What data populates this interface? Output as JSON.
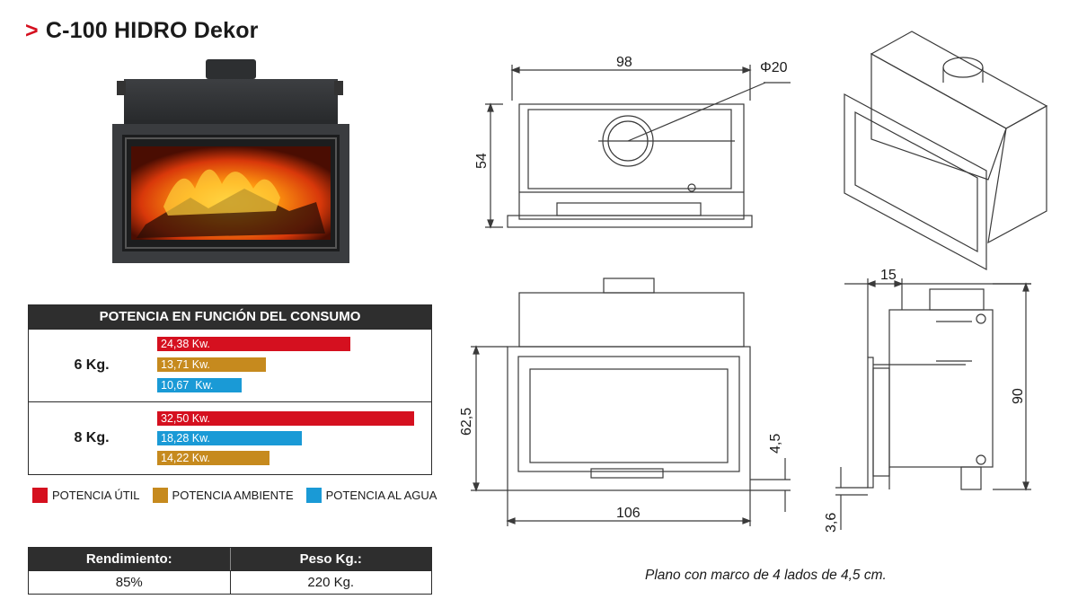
{
  "title": {
    "chevron": ">",
    "text": "C-100 HIDRO Dekor"
  },
  "power_table": {
    "header": "POTENCIA EN FUNCIÓN DEL CONSUMO",
    "rows": [
      {
        "label": "6 Kg.",
        "bars": [
          {
            "text": "24,38 Kw.",
            "kind": "util",
            "value": 24.38
          },
          {
            "text": "13,71 Kw.",
            "kind": "ambiente",
            "value": 13.71
          },
          {
            "text": "10,67  Kw.",
            "kind": "agua",
            "value": 10.67
          }
        ]
      },
      {
        "label": "8 Kg.",
        "bars": [
          {
            "text": "32,50 Kw.",
            "kind": "util",
            "value": 32.5
          },
          {
            "text": "18,28 Kw.",
            "kind": "agua",
            "value": 18.28
          },
          {
            "text": "14,22 Kw.",
            "kind": "ambiente",
            "value": 14.22
          }
        ]
      }
    ]
  },
  "legend": [
    {
      "label": "POTENCIA ÚTIL",
      "kind": "util"
    },
    {
      "label": "POTENCIA AMBIENTE",
      "kind": "ambiente"
    },
    {
      "label": "POTENCIA AL AGUA",
      "kind": "agua"
    }
  ],
  "colors": {
    "util": "#d5101f",
    "ambiente": "#c68a1e",
    "agua": "#1a9ad6",
    "dark": "#2e2e2e"
  },
  "specs": {
    "headers": [
      "Rendimiento:",
      "Peso Kg.:"
    ],
    "values": [
      "85%",
      "220 Kg."
    ]
  },
  "dimensions": {
    "top_width": "98",
    "flue_diameter": "Φ20",
    "top_height": "54",
    "front_height": "62,5",
    "front_width": "106",
    "frame": "4,5",
    "side_depth": "15",
    "side_height": "90",
    "side_base": "3,6"
  },
  "note": "Plano con marco de 4 lados de 4,5 cm.",
  "icons": [
    "chevron-right-icon",
    "fireplace-photo",
    "technical-drawing"
  ]
}
